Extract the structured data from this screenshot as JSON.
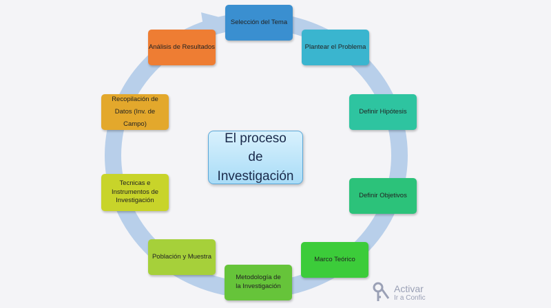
{
  "title": "El proceso de Investigación",
  "steps": [
    {
      "label": "Selección del Tema",
      "color": "#3a8fd0"
    },
    {
      "label": "Plantear el Problema",
      "color": "#3ab5cf"
    },
    {
      "label": "Definir Hipótesis",
      "color": "#2ec4a0"
    },
    {
      "label": "Definir Objetivos",
      "color": "#2cc27a"
    },
    {
      "label": "Marco Teórico",
      "color": "#3ccc3a"
    },
    {
      "label": "Metodología de la Investigación",
      "color": "#66c43a"
    },
    {
      "label": "Población y Muestra",
      "color": "#a6d03a"
    },
    {
      "label": "Tecnicas e Instrumentos de Investigación",
      "color": "#c8d42a"
    },
    {
      "label": "Recopilación de Datos (Inv. de Campo)",
      "color": "#e3a82c"
    },
    {
      "label": "Análisis de Resultados",
      "color": "#ee7d33"
    }
  ],
  "watermark": {
    "line1": "Activar",
    "line2": "Ir a Confic"
  }
}
